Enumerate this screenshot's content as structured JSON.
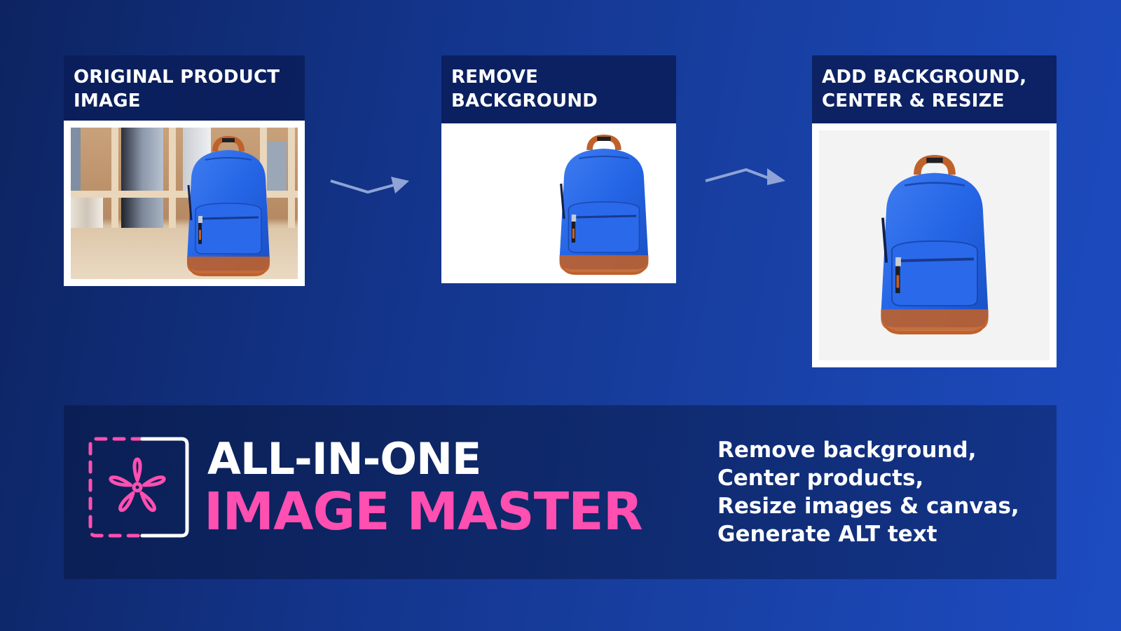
{
  "steps": [
    {
      "title": "ORIGINAL PRODUCT\nIMAGE",
      "image": "backpack-on-bookshelf-photo"
    },
    {
      "title": "REMOVE\nBACKGROUND",
      "image": "backpack-white-background"
    },
    {
      "title": "ADD BACKGROUND,\nCENTER & RESIZE",
      "image": "backpack-centered-gray-background"
    }
  ],
  "arrows": [
    "arrow-right-icon",
    "arrow-right-icon"
  ],
  "banner": {
    "logo_icon": "flower-in-dashed-frame-icon",
    "title_line1": "ALL-IN-ONE",
    "title_line2": "IMAGE MASTER",
    "features": [
      "Remove background,",
      "Center products,",
      "Resize images & canvas,",
      "Generate ALT text"
    ]
  },
  "colors": {
    "background_start": "#0d2461",
    "background_end": "#1d4cc2",
    "header_bg": "#0a1e5a",
    "accent_pink": "#ff4fb1",
    "backpack_blue": "#1f5fe0",
    "backpack_trim": "#c0612a"
  }
}
